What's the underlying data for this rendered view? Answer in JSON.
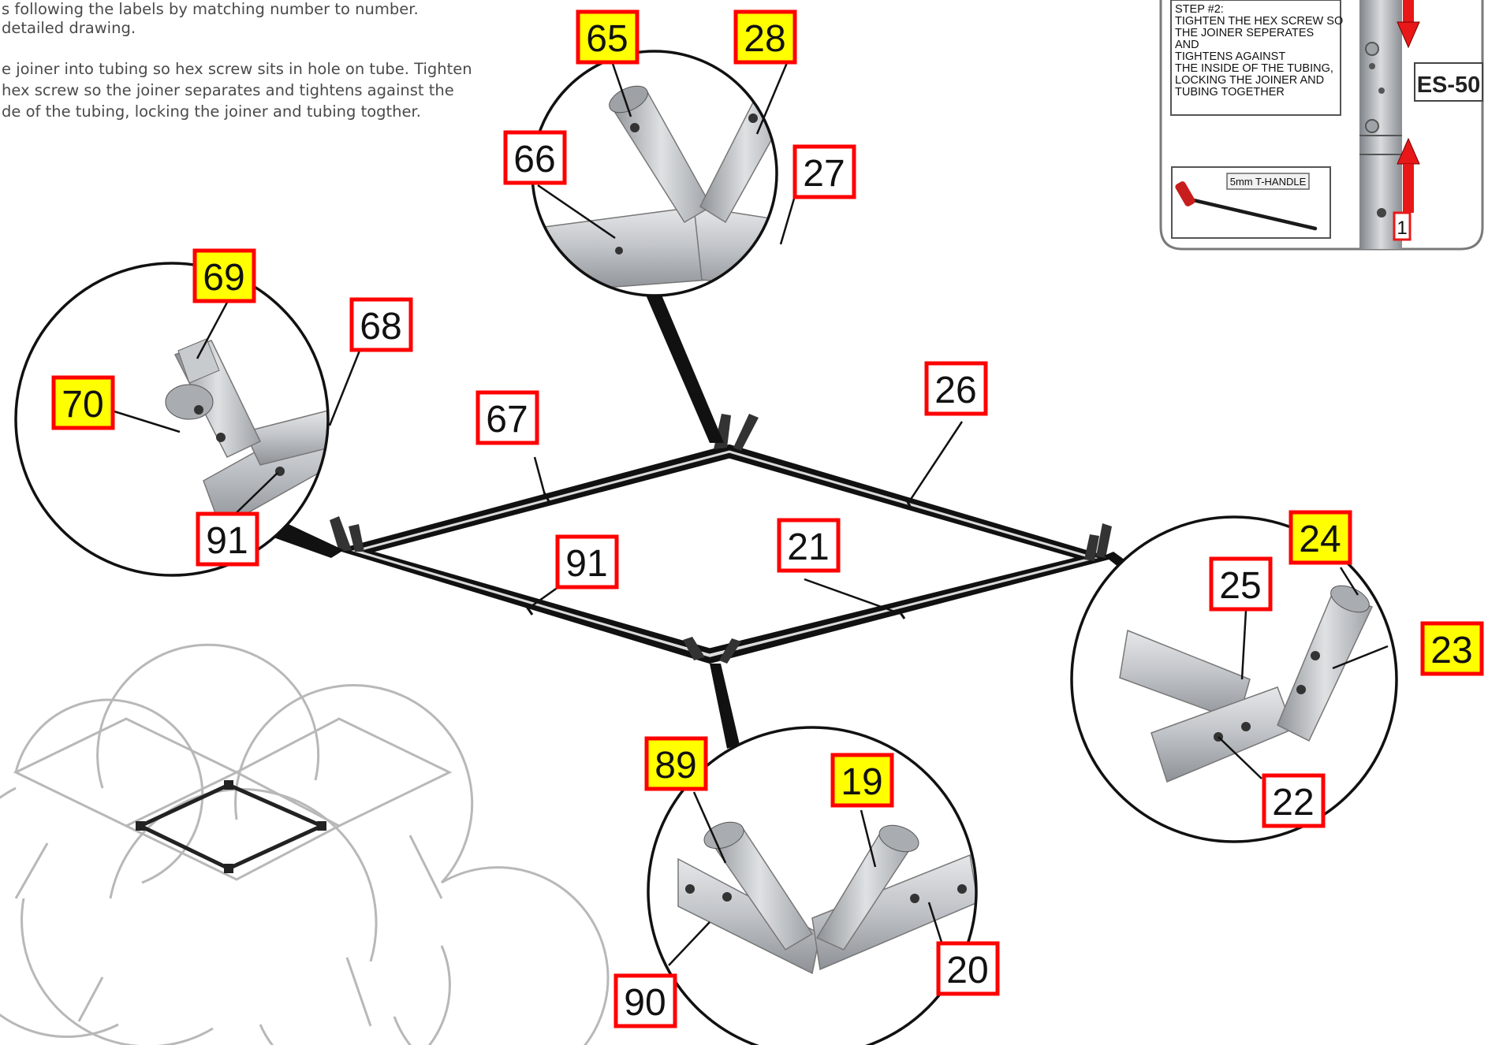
{
  "instructions": {
    "line1": "s following the labels by matching number to number.",
    "line2": " detailed drawing.",
    "line3": "e joiner into tubing so hex screw sits in hole on tube. Tighten",
    "line4": " hex screw so the joiner separates and tightens against the",
    "line5": "de of the tubing, locking the joiner and tubing togther."
  },
  "inset": {
    "step_lines": [
      "STEP #2:",
      "TIGHTEN THE HEX SCREW SO",
      "THE JOINER SEPERATES",
      "AND",
      "TIGHTENS AGAINST",
      "THE INSIDE OF THE TUBING,",
      "LOCKING THE JOINER AND",
      "TUBING TOGETHER"
    ],
    "part_code": "ES-50",
    "tool_label": "5mm T-HANDLE",
    "arrow_number": "1"
  },
  "labels": {
    "l65": "65",
    "l28": "28",
    "l66": "66",
    "l27": "27",
    "l69": "69",
    "l68": "68",
    "l70": "70",
    "l91a": "91",
    "l67": "67",
    "l26": "26",
    "l91b": "91",
    "l21": "21",
    "l24": "24",
    "l25": "25",
    "l23": "23",
    "l22": "22",
    "l89": "89",
    "l19": "19",
    "l20": "20",
    "l90": "90"
  },
  "colors": {
    "label_border": "#ff0000",
    "label_highlight": "#ffff00",
    "label_plain": "#ffffff",
    "arrow": "#e81818",
    "tube": "#b9bcc0",
    "frame_line": "#111111"
  }
}
